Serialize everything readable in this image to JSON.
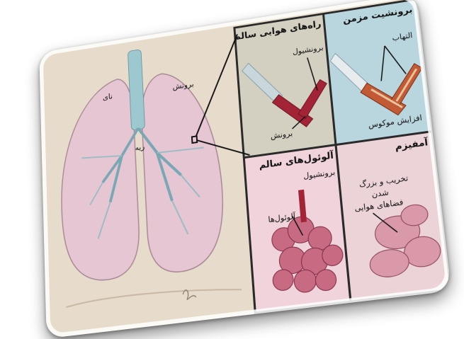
{
  "lungs": {
    "trachea_label": "نای",
    "bronchus_label": "برونش",
    "lung_label": "ریه"
  },
  "panels": {
    "healthy_airways": {
      "title": "راه‌های هوایی سالم",
      "bronchiole": "برونشیول",
      "bronchus": "برونش"
    },
    "chronic_bronchitis": {
      "title": "برونشیت مزمن",
      "inflammation": "التهاب",
      "mucus": "افزایش موکوس"
    },
    "healthy_alveoli": {
      "title": "آلوئول‌های سالم",
      "bronchiole": "برونشیول",
      "alveoli": "آلوئول‌ها"
    },
    "emphysema": {
      "title": "آمفیزم",
      "damage_line1": "تخریب و بزرگ",
      "damage_line2": "شدن",
      "damage_line3": "فضاهای هوایی"
    }
  },
  "colors": {
    "background": "#e7dccb",
    "lung_fill": "#e6c6d3",
    "trachea": "#9ec8d0",
    "healthy_airway_panel": "#d3d0c1",
    "bronchitis_panel": "#b9d5de",
    "alveoli_panel": "#f1d3dc",
    "emphysema_panel": "#ecd3d8",
    "tissue_red": "#a32436"
  }
}
